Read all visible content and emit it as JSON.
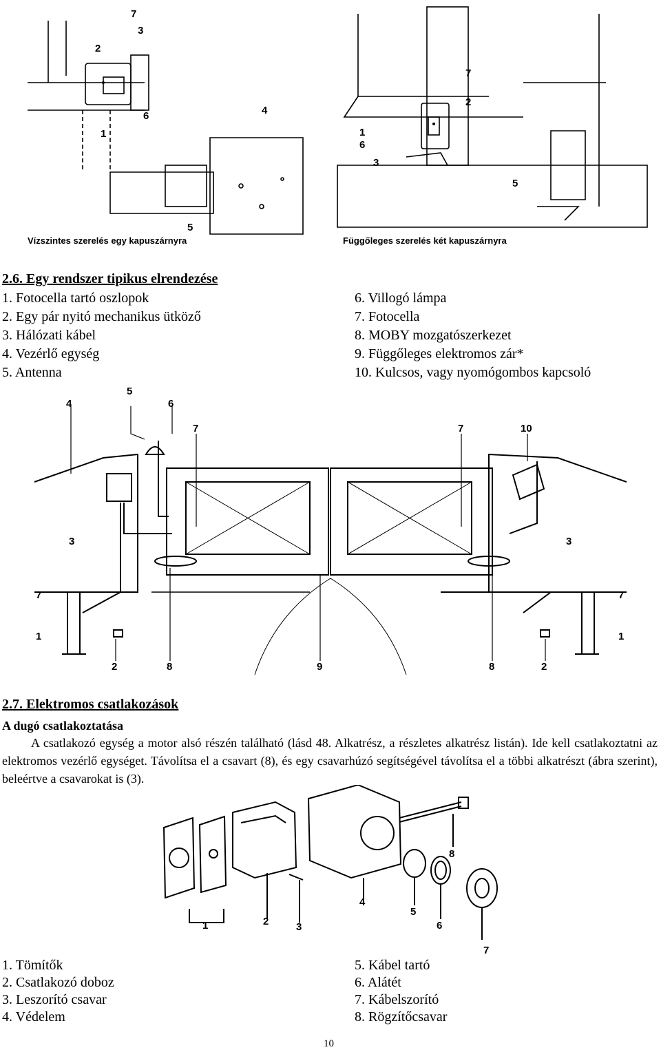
{
  "top_figures": {
    "left_caption": "Vízszintes szerelés egy kapuszárnyra",
    "right_caption": "Függőleges szerelés két kapuszárnyra",
    "left_labels": [
      "7",
      "3",
      "2",
      "6",
      "1",
      "4",
      "5"
    ],
    "right_labels": [
      "7",
      "2",
      "1",
      "6",
      "3",
      "5"
    ]
  },
  "section_2_6": {
    "title": "2.6. Egy rendszer tipikus elrendezése",
    "left_items": [
      "1.  Fotocella tartó oszlopok",
      "2.  Egy pár nyitó mechanikus ütköző",
      "3.  Hálózati kábel",
      "4.  Vezérlő egység",
      "5.  Antenna"
    ],
    "right_items": [
      "6.  Villogó lámpa",
      "7.  Fotocella",
      "8.  MOBY mozgatószerkezet",
      "9.  Függőleges elektromos zár*",
      "10. Kulcsos, vagy nyomógombos kapcsoló"
    ]
  },
  "gate_figure": {
    "labels": [
      "5",
      "4",
      "6",
      "7",
      "7",
      "10",
      "3",
      "3",
      "7",
      "7",
      "1",
      "1",
      "2",
      "8",
      "9",
      "8",
      "2"
    ]
  },
  "section_2_7": {
    "title": "2.7. Elektromos csatlakozások",
    "subtitle": "A dugó csatlakoztatása",
    "paragraph": "A csatlakozó egység a motor alsó részén található (lásd 48. Alkatrész, a részletes alkatrész listán). Ide kell csatlakoztatni az elektromos vezérlő egységet. Távolítsa el a csavart (8), és egy csavarhúzó segítségével távolítsa el a többi alkatrészt (ábra szerint), beleértve a csavarokat is (3)."
  },
  "connector_figure": {
    "labels": [
      "8",
      "1",
      "2",
      "3",
      "4",
      "5",
      "6",
      "7"
    ]
  },
  "parts_list": {
    "left_items": [
      "1.  Tömítők",
      "2.  Csatlakozó doboz",
      "3.  Leszorító csavar",
      "4.  Védelem"
    ],
    "right_items": [
      "5.  Kábel tartó",
      "6.  Alátét",
      "7.  Kábelszorító",
      "8.  Rögzítőcsavar"
    ]
  },
  "page_number": "10"
}
